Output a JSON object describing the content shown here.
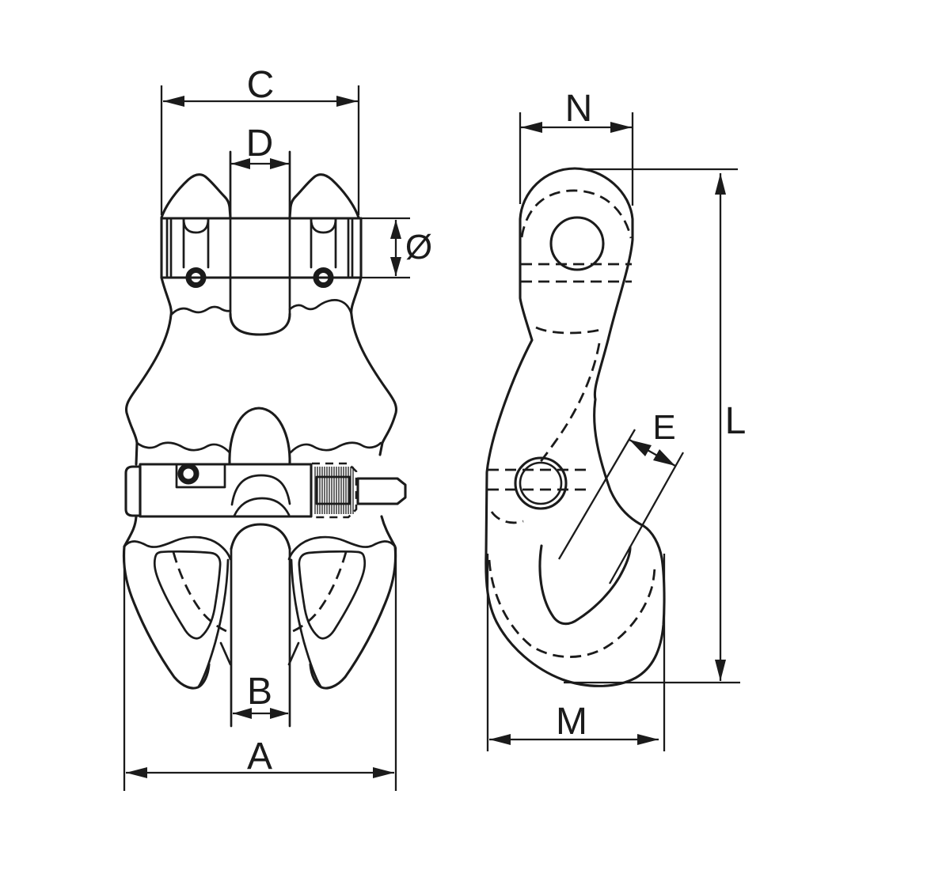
{
  "drawing": {
    "colors": {
      "line": "#1b1b1b",
      "background": "#ffffff"
    },
    "front_view": {
      "labels": {
        "overall_width": "A",
        "slot_width": "B",
        "clevis_width": "C",
        "gap_width": "D",
        "pin_diameter": "Ø"
      }
    },
    "side_view": {
      "labels": {
        "throat_opening": "E",
        "overall_length": "L",
        "hook_depth": "M",
        "head_width": "N"
      }
    }
  }
}
